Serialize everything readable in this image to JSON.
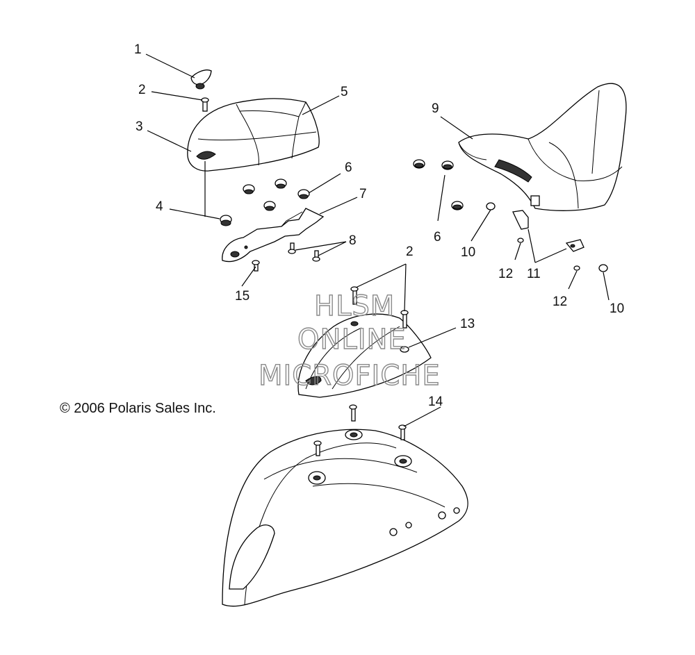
{
  "copyright": "© 2006 Polaris Sales Inc.",
  "watermark": {
    "line1": "HLSM",
    "line2": "ONLINE",
    "line3": "MICROFICHE"
  },
  "callouts": {
    "c1": "1",
    "c2a": "2",
    "c2b": "2",
    "c3": "3",
    "c4": "4",
    "c5": "5",
    "c6a": "6",
    "c6b": "6",
    "c7": "7",
    "c8": "8",
    "c9": "9",
    "c10a": "10",
    "c10b": "10",
    "c11": "11",
    "c12a": "12",
    "c12b": "12",
    "c13": "13",
    "c14": "14",
    "c15": "15"
  }
}
